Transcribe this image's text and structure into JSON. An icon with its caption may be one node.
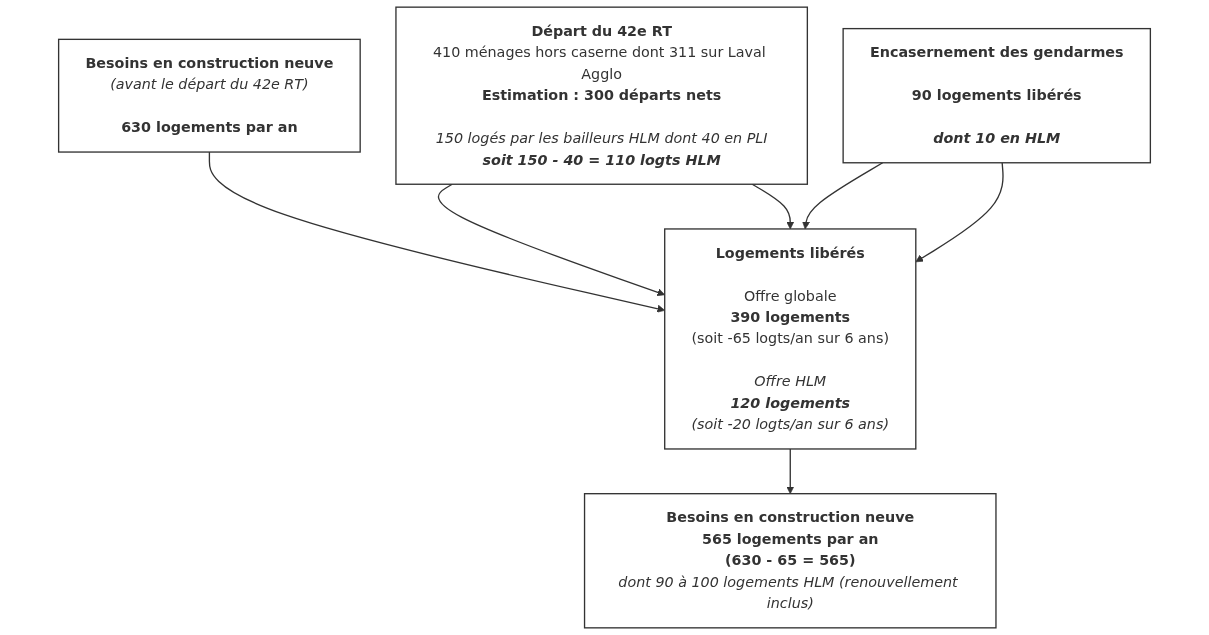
{
  "diagram": {
    "nodes": [
      {
        "text": [
          "Besoins en construction neuve",
          "(avant le départ du 42e RT)",
          "630 logements par an"
        ]
      },
      {
        "text": [
          "Départ du 42e RT",
          "410 ménages hors caserne dont 311 sur Laval Agglo",
          "Estimation : 300 départs nets",
          "150 logés par les bailleurs HLM dont 40 en PLI",
          "soit 150 - 40 = 110 logts HLM"
        ]
      },
      {
        "text": [
          "Logements libérés",
          "Offre globale",
          "390 logements",
          "(soit -65 logts/an sur 6 ans)",
          "Offre HLM",
          "120 logements",
          "(soit -20 logts/an sur 6 ans)"
        ]
      },
      {
        "text": [
          "Encasernement des gendarmes",
          "90 logements libérés",
          "dont 10 en HLM"
        ]
      },
      {
        "text": [
          "Besoins en construction neuve",
          "565 logements par an",
          "(630 - 65 = 565)",
          "dont 90 à 100 logements HLM (renouvellement inclus)"
        ]
      }
    ],
    "edges": [
      {
        "from": 0,
        "to": 2,
        "arrow": "to"
      },
      {
        "from": 1,
        "to": 2,
        "arrow": "to"
      },
      {
        "from": 1,
        "to": 2,
        "arrow": "to"
      },
      {
        "from": 3,
        "to": 2,
        "arrow": "to"
      },
      {
        "from": 3,
        "to": 2,
        "arrow": "to"
      },
      {
        "from": 2,
        "to": 4,
        "arrow": "to"
      }
    ]
  }
}
